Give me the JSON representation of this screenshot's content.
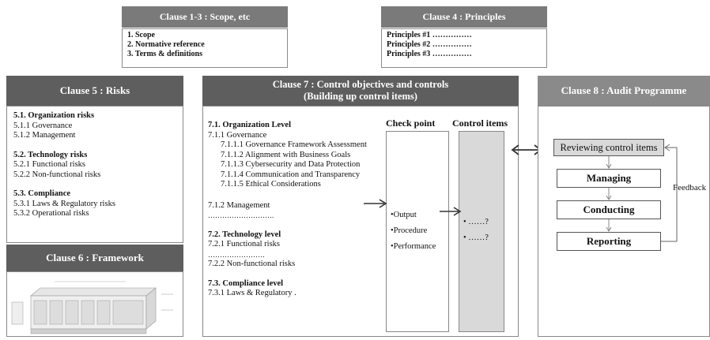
{
  "clause13": {
    "title": "Clause 1-3 : Scope, etc",
    "items": [
      "1. Scope",
      "2. Normative reference",
      "3. Terms & definitions"
    ]
  },
  "clause4": {
    "title": "Clause 4 : Principles",
    "items": [
      "Principles #1 ……………",
      "Principles #2 ……………",
      "Principles #3 ……………"
    ]
  },
  "clause5": {
    "title": "Clause 5 : Risks",
    "groups": [
      {
        "head": "5.1. Organization risks",
        "items": [
          "5.1.1 Governance",
          "5.1.2 Management"
        ]
      },
      {
        "head": "5.2. Technology risks",
        "items": [
          "5.2.1 Functional risks",
          "5.2.2 Non-functional risks"
        ]
      },
      {
        "head": "5.3. Compliance",
        "items": [
          "5.3.1 Laws & Regulatory risks",
          "5.3.2 Operational risks"
        ]
      }
    ]
  },
  "clause6": {
    "title": "Clause 6 : Framework"
  },
  "clause7": {
    "title_line1": "Clause 7 : Control objectives and controls",
    "title_line2": "(Building up control items)",
    "org_head": "7.1. Organization Level",
    "org_sub": "7.1.1 Governance",
    "gov_items": [
      "7.1.1.1 Governance Framework Assessment",
      "7.1.1.2 Alignment with Business Goals",
      "7.1.1.3 Cybersecurity and Data Protection",
      "7.1.1.4 Communication and Transparency",
      "7.1.1.5 Ethical Considerations"
    ],
    "mgmt": "7.1.2 Management",
    "dots1": "……………………….",
    "tech_head": "7.2. Technology level",
    "tech_1": "7.2.1 Functional risks",
    "dots2": "……………………",
    "tech_2": "7.2.2 Non-functional risks",
    "comp_head": "7.3. Compliance level",
    "comp_1": "7.3.1 Laws & Regulatory .",
    "checkpoint_label": "Check point",
    "control_label": "Control items",
    "checkpoint_items": [
      "•Output",
      "•Procedure",
      "•Performance"
    ],
    "control_items": [
      "• ……?",
      "• ……?"
    ]
  },
  "clause8": {
    "title": "Clause 8 : Audit Programme",
    "steps": [
      "Reviewing control items",
      "Managing",
      "Conducting",
      "Reporting"
    ],
    "feedback": "Feedback"
  },
  "colors": {
    "header_gray": "#7a7a7a",
    "header_dark": "#5e5e5e",
    "panel_fill": "#d9d9d9"
  }
}
